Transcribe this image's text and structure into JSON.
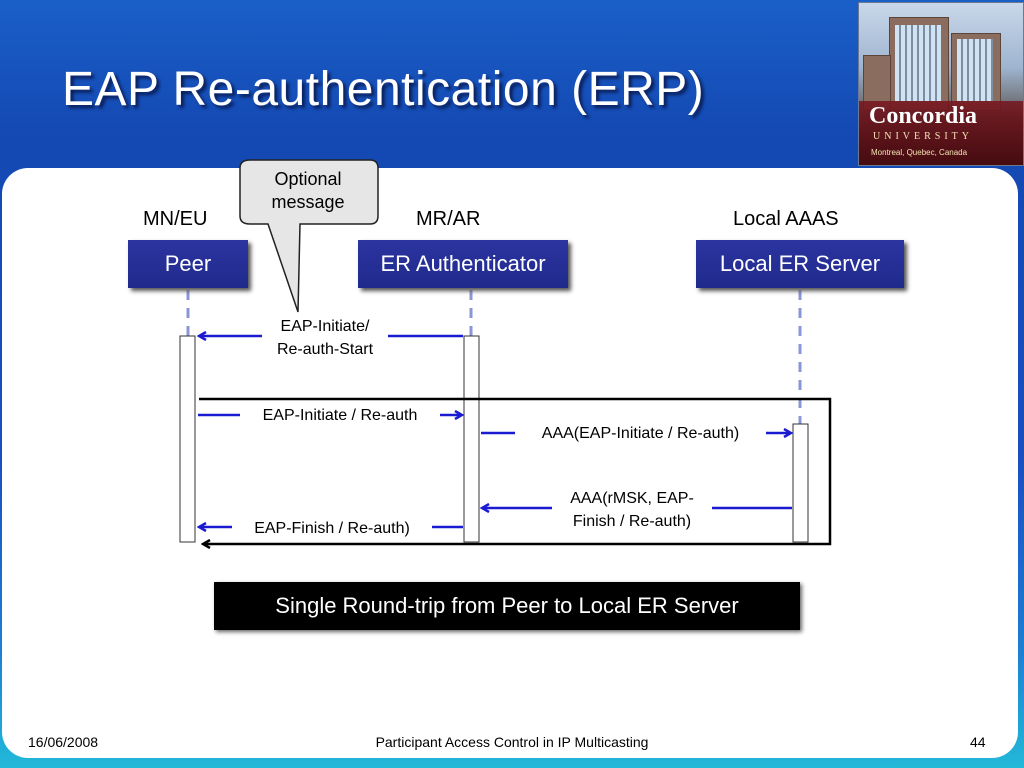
{
  "title": "EAP Re-authentication (ERP)",
  "logo": {
    "name": "Concordia",
    "sub": "UNIVERSITY",
    "city": "Montreal, Quebec, Canada"
  },
  "callout": "Optional message",
  "lanes": {
    "peer": {
      "label": "MN/EU",
      "box": "Peer"
    },
    "authenticator": {
      "label": "MR/AR",
      "box": "ER Authenticator"
    },
    "server": {
      "label": "Local AAAS",
      "box": "Local ER Server"
    }
  },
  "messages": {
    "initiate_start_1": "EAP-Initiate/",
    "initiate_start_2": "Re-auth-Start",
    "initiate_reauth": "EAP-Initiate / Re-auth",
    "aaa_initiate": "AAA(EAP-Initiate / Re-auth)",
    "aaa_rmsk_1": "AAA(rMSK, EAP-",
    "aaa_rmsk_2": "Finish / Re-auth)",
    "finish": "EAP-Finish / Re-auth)"
  },
  "summary": "Single Round-trip from Peer to Local ER Server",
  "footer": {
    "date": "16/06/2008",
    "center": "Participant Access Control in IP Multicasting",
    "page": "44"
  }
}
